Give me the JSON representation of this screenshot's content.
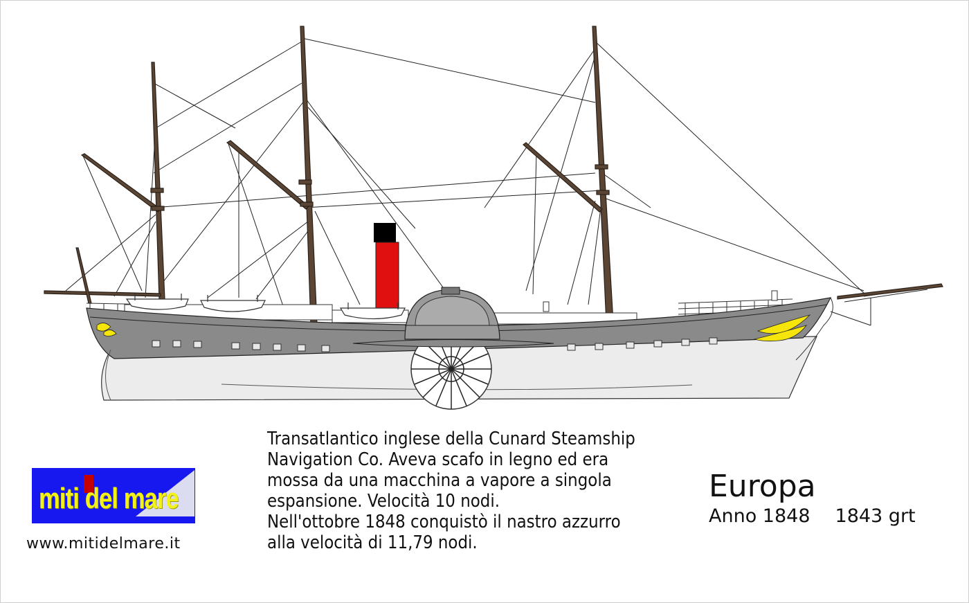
{
  "ship": {
    "name": "Europa",
    "year": "Anno 1848",
    "tonnage": "1843 grt"
  },
  "description": {
    "lines": [
      "Transatlantico inglese della Cunard Steamship",
      "Navigation Co. Aveva scafo in legno ed era",
      "mossa da una macchina a vapore a singola",
      "espansione. Velocità 10 nodi.",
      "Nell'ottobre 1848 conquistò il nastro azzurro",
      "alla velocità di 11,79 nodi."
    ]
  },
  "branding": {
    "logo_text": "miti del mare",
    "website": "www.mitidelmare.it"
  },
  "colors": {
    "hull_upper": "#8a8a8a",
    "hull_lower": "#ececec",
    "funnel": "#e01010",
    "funnel_top": "#000000",
    "masts": "#5b4636",
    "logo_bg": "#1717f0",
    "logo_text": "#f2f21a",
    "ornament": "#f5e50a"
  }
}
